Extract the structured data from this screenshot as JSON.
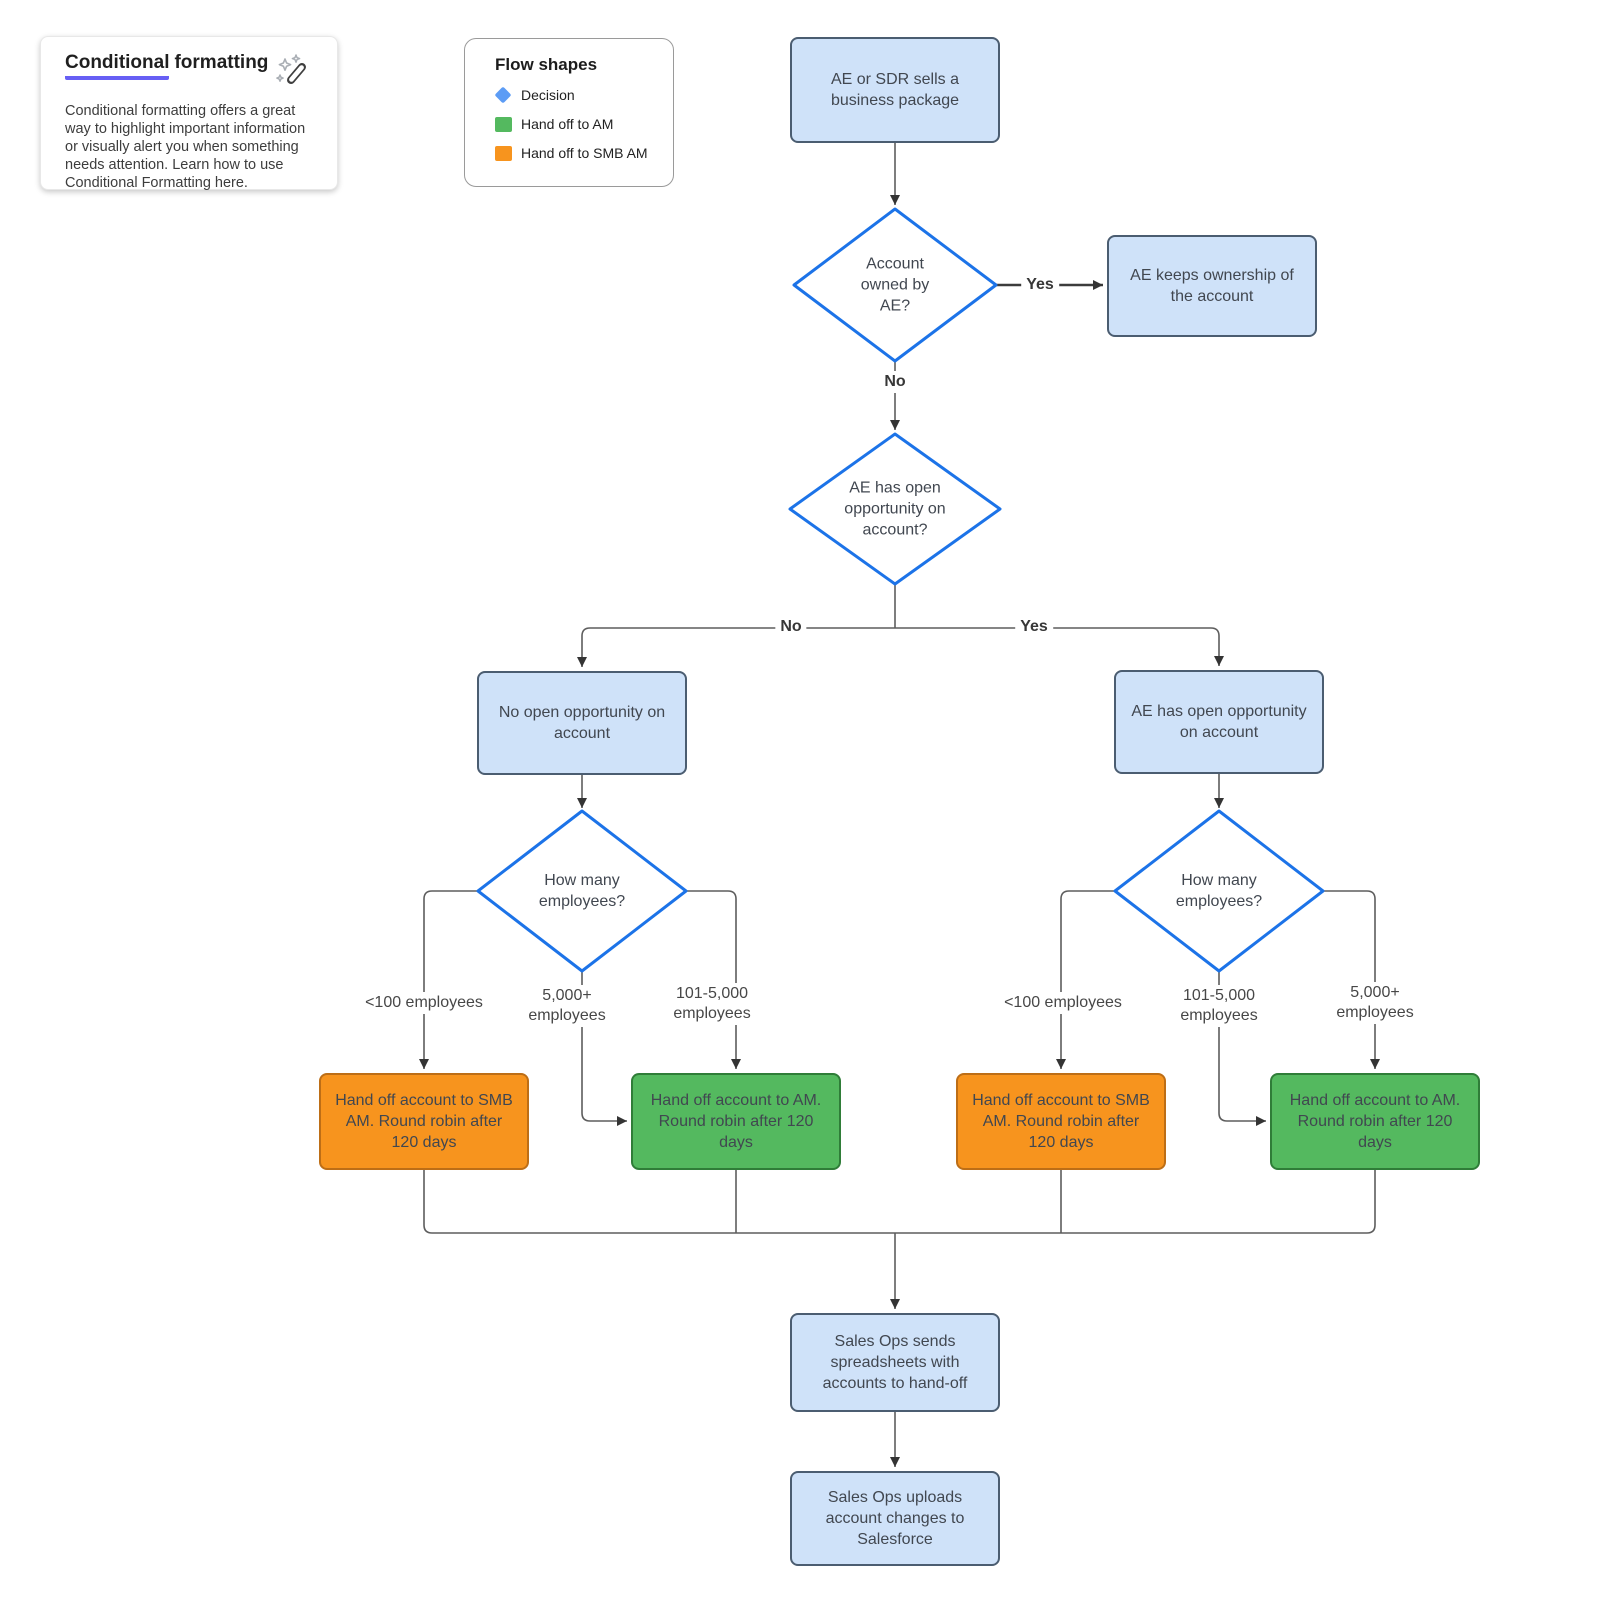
{
  "card": {
    "title_underline": "Conditional",
    "title_rest": "formatting",
    "body": "Conditional formatting offers a great way to highlight important information or visually alert you when something needs attention. Learn how to use Conditional Formatting here.",
    "icon": "magic-wand-icon"
  },
  "legend": {
    "title": "Flow shapes",
    "items": [
      {
        "label": "Decision",
        "shape": "diamond",
        "color": "#5c9cf5"
      },
      {
        "label": "Hand off to AM",
        "shape": "square",
        "color": "#54b95f"
      },
      {
        "label": "Hand off to SMB AM",
        "shape": "square",
        "color": "#f7941e"
      }
    ]
  },
  "flow": {
    "nodes": {
      "start": {
        "text": "AE or SDR sells a business package"
      },
      "decision_owned": {
        "text": "Account owned by AE?"
      },
      "keeps": {
        "text": "AE keeps ownership of the account"
      },
      "decision_open_opp": {
        "text": "AE has open opportunity on account?"
      },
      "no_open_opp": {
        "text": "No open opportunity on account"
      },
      "has_open_opp": {
        "text": "AE has open opportunity on account"
      },
      "decision_employees_left": {
        "text": "How many employees?"
      },
      "decision_employees_right": {
        "text": "How many employees?"
      },
      "handoff_smb_left": {
        "text": "Hand off account to SMB AM. Round robin after 120 days"
      },
      "handoff_am_left": {
        "text": "Hand off account to AM. Round robin after 120 days"
      },
      "handoff_smb_right": {
        "text": "Hand off account to SMB AM. Round robin after 120 days"
      },
      "handoff_am_right": {
        "text": "Hand off account to AM. Round robin after 120 days"
      },
      "sends": {
        "text": "Sales Ops sends spreadsheets with accounts to hand-off"
      },
      "uploads": {
        "text": "Sales Ops uploads account changes to Salesforce"
      }
    },
    "labels": {
      "yes_owned": "Yes",
      "no_owned": "No",
      "no_split": "No",
      "yes_split": "Yes",
      "left_lt100": "<100 employees",
      "left_5000": "5,000+ employees",
      "left_101_5000": "101-5,000 employees",
      "right_lt100": "<100 employees",
      "right_101_5000": "101-5,000 employees",
      "right_5000": "5,000+ employees"
    }
  },
  "colors": {
    "decision_border": "#1c73e8",
    "process_fill": "#cfe2f9",
    "handoff_am_fill": "#54b95f",
    "handoff_smb_fill": "#f7941e",
    "accent_underline": "#675ff4"
  }
}
